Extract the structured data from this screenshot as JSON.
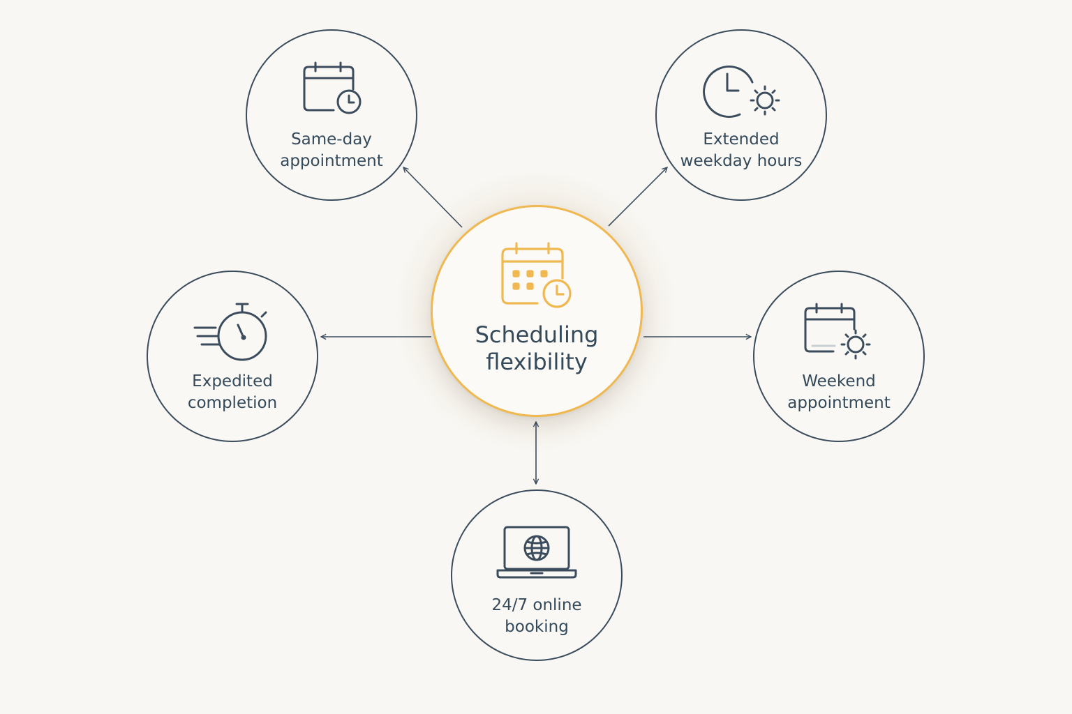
{
  "center": {
    "title_line1": "Scheduling",
    "title_line2": "flexibility",
    "icon": "calendar-clock-icon",
    "accent_color": "#f0b850"
  },
  "nodes": {
    "same_day": {
      "line1": "Same-day",
      "line2": "appointment",
      "icon": "calendar-clock-icon"
    },
    "extended_hours": {
      "line1": "Extended",
      "line2": "weekday hours",
      "icon": "clock-sun-icon"
    },
    "expedited": {
      "line1": "Expedited",
      "line2": "completion",
      "icon": "stopwatch-speed-icon"
    },
    "weekend": {
      "line1": "Weekend",
      "line2": "appointment",
      "icon": "calendar-sun-icon"
    },
    "online_booking": {
      "line1": "24/7 online",
      "line2": "booking",
      "icon": "laptop-globe-icon"
    }
  },
  "colors": {
    "background": "#f8f7f3",
    "node_stroke": "#3b4c5c",
    "text": "#34495a",
    "accent": "#f0b850"
  }
}
